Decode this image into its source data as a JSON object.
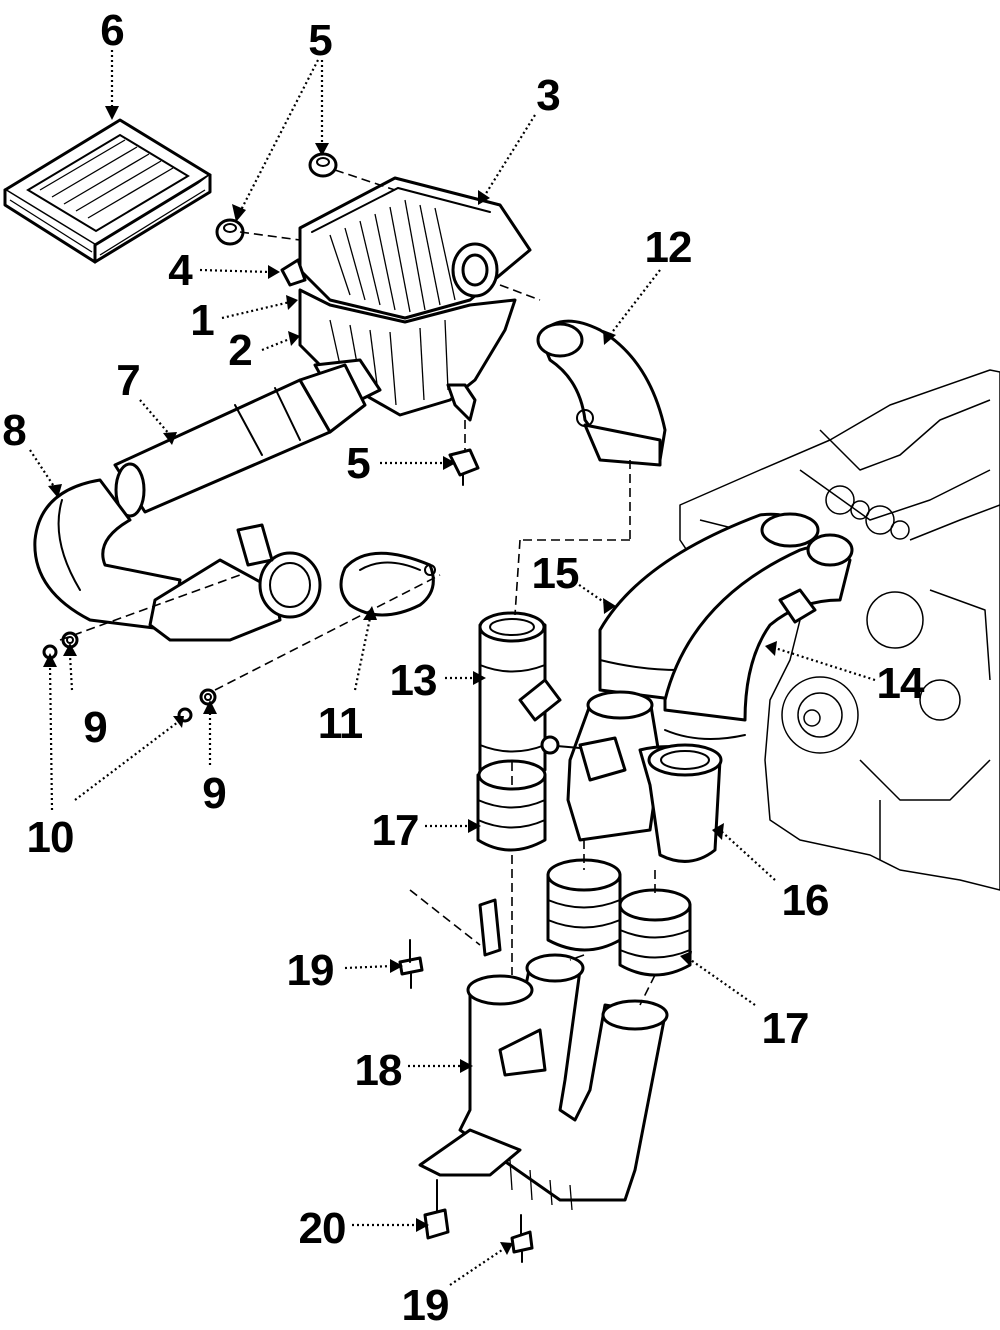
{
  "callouts": [
    {
      "id": "c6",
      "text": "6"
    },
    {
      "id": "c5a",
      "text": "5"
    },
    {
      "id": "c3",
      "text": "3"
    },
    {
      "id": "c4",
      "text": "4"
    },
    {
      "id": "c1",
      "text": "1"
    },
    {
      "id": "c2",
      "text": "2"
    },
    {
      "id": "c12",
      "text": "12"
    },
    {
      "id": "c7",
      "text": "7"
    },
    {
      "id": "c8",
      "text": "8"
    },
    {
      "id": "c5b",
      "text": "5"
    },
    {
      "id": "c15",
      "text": "15"
    },
    {
      "id": "c13",
      "text": "13"
    },
    {
      "id": "c14",
      "text": "14"
    },
    {
      "id": "c9a",
      "text": "9"
    },
    {
      "id": "c11",
      "text": "11"
    },
    {
      "id": "c9b",
      "text": "9"
    },
    {
      "id": "c10",
      "text": "10"
    },
    {
      "id": "c17a",
      "text": "17"
    },
    {
      "id": "c16",
      "text": "16"
    },
    {
      "id": "c19a",
      "text": "19"
    },
    {
      "id": "c17b",
      "text": "17"
    },
    {
      "id": "c18",
      "text": "18"
    },
    {
      "id": "c20",
      "text": "20"
    },
    {
      "id": "c19b",
      "text": "19"
    }
  ]
}
